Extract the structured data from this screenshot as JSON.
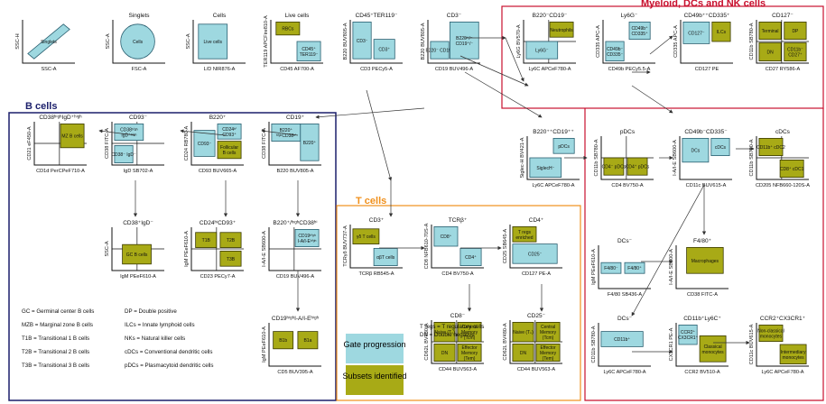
{
  "sections": {
    "myeloid": "Myeloid, DCs and NK cells",
    "b_cells": "B cells",
    "t_cells": "T cells"
  },
  "colors": {
    "gate_progression": "#9ed8e0",
    "subsets_identified": "#a8aa16",
    "myeloid_border": "#c8102e",
    "b_border": "#1b1f6b",
    "t_border": "#f0901c"
  },
  "panels": {
    "p1": {
      "title": "",
      "x": "SSC-A",
      "y": "SSC-H",
      "gates": [
        "Singlets"
      ]
    },
    "p2": {
      "title": "Singlets",
      "x": "FSC-A",
      "y": "SSC-A",
      "gates": [
        "Cells"
      ]
    },
    "p3": {
      "title": "Cells",
      "x": "L/D NIR876-A",
      "y": "SSC-A",
      "gates": [
        "Live cells"
      ]
    },
    "p4": {
      "title": "Live cells",
      "x": "CD45 AF700-A",
      "y": "TER119 APCFire810-A",
      "gates": [
        "RBCs",
        "CD45⁺ TER119⁻"
      ]
    },
    "p5": {
      "title": "CD45⁺TER119⁻",
      "x": "CD3 PECy5-A",
      "y": "B220 BUV805-A",
      "gates": [
        "CD3⁻",
        "CD3⁺"
      ]
    },
    "p6": {
      "title": "CD3⁻",
      "x": "CD19 BUV496-A",
      "y": "B220 BUV805-A",
      "gates": [
        "B220⁻ CD19⁻",
        "B220⁺/⁻ CD19⁺/⁻"
      ]
    },
    "m1": {
      "title": "B220⁻CD19⁻",
      "x": "Ly6C APCeF780-A",
      "y": "Ly6G BV570-A",
      "gates": [
        "Neutrophils",
        "Ly6G⁻"
      ]
    },
    "m2": {
      "title": "Ly6G⁻",
      "x": "CD49b PECy5.5-A",
      "y": "CD335 APC-A",
      "gates": [
        "CD49b⁺ CD335⁺",
        "CD49b⁻ CD335⁻"
      ]
    },
    "m3": {
      "title": "CD49b⁺⁺CD335⁺",
      "x": "CD127 PE",
      "y": "CD335 APC-A",
      "gates": [
        "CD127⁻",
        "ILCs"
      ]
    },
    "m4": {
      "title": "CD127⁻",
      "x": "CD27 RY586-A",
      "y": "CD11b SB780-A",
      "gates": [
        "Terminal",
        "DP",
        "DN",
        "CD11b⁻ CD27⁺"
      ]
    },
    "m5": {
      "title": "B220⁺⁺CD19⁺⁺",
      "x": "Ly6C APCeF780-A",
      "y": "Siglec-H BV421-A",
      "gates": [
        "pDCs",
        "SiglecH⁻"
      ]
    },
    "m6": {
      "title": "pDCs",
      "x": "CD4 BV750-A",
      "y": "CD11b SB780-A",
      "gates": [
        "CD4⁻ pDCs",
        "CD4⁺ pDCs"
      ]
    },
    "m7": {
      "title": "CD49b⁻CD335⁻",
      "x": "CD11c BUV615-A",
      "y": "I-A/I-E SB600-A",
      "gates": [
        "DCs",
        "cDCs"
      ]
    },
    "m8": {
      "title": "cDCs",
      "x": "CD205 NFB660-120S-A",
      "y": "CD11b SB780-A",
      "gates": [
        "CD11b⁺ cDC2",
        "CD8⁺ cDC1"
      ]
    },
    "m9": {
      "title": "DCs⁻",
      "x": "F4/80 SB436-A",
      "y": "IgM PEeF610-A",
      "gates": [
        "F4/80⁻",
        "F4/80⁺"
      ]
    },
    "m10": {
      "title": "F4/80⁺",
      "x": "CD38 FITC-A",
      "y": "I-A/I-E SB600-A",
      "gates": [
        "Macrophages"
      ]
    },
    "m11": {
      "title": "DCs⁻",
      "x": "Ly6C APCeF780-A",
      "y": "CD11b SB780-A",
      "gates": [
        "CD11b⁺"
      ]
    },
    "m12": {
      "title": "CD11b⁺Ly6C⁺",
      "x": "CCR2 BV510-A",
      "y": "CX3CR1 PE-A",
      "gates": [
        "CCR2⁺ CX3CR1⁺",
        "Classical monocytes"
      ]
    },
    "m13": {
      "title": "CCR2⁺CX3CR1⁺",
      "x": "Ly6C APCeF780-A",
      "y": "CD11c BUV615-A",
      "gates": [
        "Non-classical monocytes",
        "Intermediary monocytes"
      ]
    },
    "b1": {
      "title": "CD38ʰⁱᵍʰIgD⁺ʰⁱᵍʰ",
      "x": "CD1d PerCPeF710-A",
      "y": "CD21 eF450-A",
      "gates": [
        "MZ B cells"
      ]
    },
    "b2": {
      "title": "CD93⁻",
      "x": "IgD SB702-A",
      "y": "CD38 FITC-A",
      "gates": [
        "CD38ʰⁱᵍʰ IgD⁺ʰⁱᵍʰ",
        "CD38⁻ IgD⁻"
      ]
    },
    "b3": {
      "title": "B220⁺",
      "x": "CD93 BUV665-A",
      "y": "CD24 RB780-A",
      "gates": [
        "CD24ʰⁱ CD93⁺",
        "CD93⁻",
        "Follicular B cells"
      ]
    },
    "b4": {
      "title": "CD19⁺",
      "x": "B220 BUV805-A",
      "y": "CD38 FITC-A",
      "gates": [
        "B220⁺ ʰⁱᵍʰCD38ʰⁱ",
        "B220⁺"
      ]
    },
    "b5": {
      "title": "CD38⁺IgD⁻",
      "x": "IgM PEeF610-A",
      "y": "SSC-A",
      "gates": [
        "GC B cells"
      ]
    },
    "b6": {
      "title": "CD24ʰⁱCD93⁺",
      "x": "CD23 PECy7-A",
      "y": "IgM PEeF610-A",
      "gates": [
        "T1B",
        "T2B",
        "T3B"
      ]
    },
    "b7": {
      "title": "B220⁺/ʰᶦᵍʰCD38ʰⁱ",
      "x": "CD19 BUV496-A",
      "y": "I-A/I-E SB600-A",
      "gates": [
        "CD19ʰⁱᵍʰ I-A/I-Eʰⁱᵍʰ"
      ]
    },
    "b8": {
      "title": "CD19ʰⁱᵍʰI-A/I-Eʰⁱᵍʰ",
      "x": "CD5 BUV395-A",
      "y": "IgM PEeF610-A",
      "gates": [
        "B1b",
        "B1a"
      ]
    },
    "t1": {
      "title": "CD3⁺",
      "x": "TCRβ RB545-A",
      "y": "TCRγδ BUV737-A",
      "gates": [
        "γδ T cells",
        "αβT cells"
      ]
    },
    "t2": {
      "title": "TCRβ⁺",
      "x": "CD4 BV750-A",
      "y": "CD8 NFB610-70S-A",
      "gates": [
        "CD8⁺",
        "CD4⁺"
      ]
    },
    "t3": {
      "title": "CD4⁺",
      "x": "CD127 PE-A",
      "y": "CD25 SB645-A",
      "gates": [
        "T regs enriched",
        "CD25⁻"
      ]
    },
    "t4": {
      "title": "CD8⁻",
      "x": "CD44 BUV563-A",
      "y": "CD62L BV480-A",
      "gates": [
        "Naive (Tₙ)",
        "Central Memory (Tcm)",
        "DN",
        "Effector Memory (Tem)"
      ]
    },
    "t5": {
      "title": "CD25⁻",
      "x": "CD44 BUV563-A",
      "y": "CD62L BV480-A",
      "gates": [
        "Naive (Tₙ)",
        "Central Memory (Tcm)",
        "DN",
        "Effector Memory (Tem)"
      ]
    }
  },
  "t_note": [
    "T regs = T regulatory cells",
    "DN = Double negative"
  ],
  "legend": {
    "gate": "Gate progression",
    "subset": "Subsets identified"
  },
  "abbrev_left": [
    "GC = Germinal center B cells",
    "MZB = Marginal zone B cells",
    "T1B = Transitional 1 B cells",
    "T2B = Transitional 2 B cells",
    "T3B = Transitional 3 B cells"
  ],
  "abbrev_right": [
    "DP = Double positive",
    "ILCs = Innate lymphoid cells",
    "NKs = Natural killer cells",
    "cDCs = Conventional dendritic cells",
    "pDCs = Plasmacytoid dendritic cells"
  ]
}
